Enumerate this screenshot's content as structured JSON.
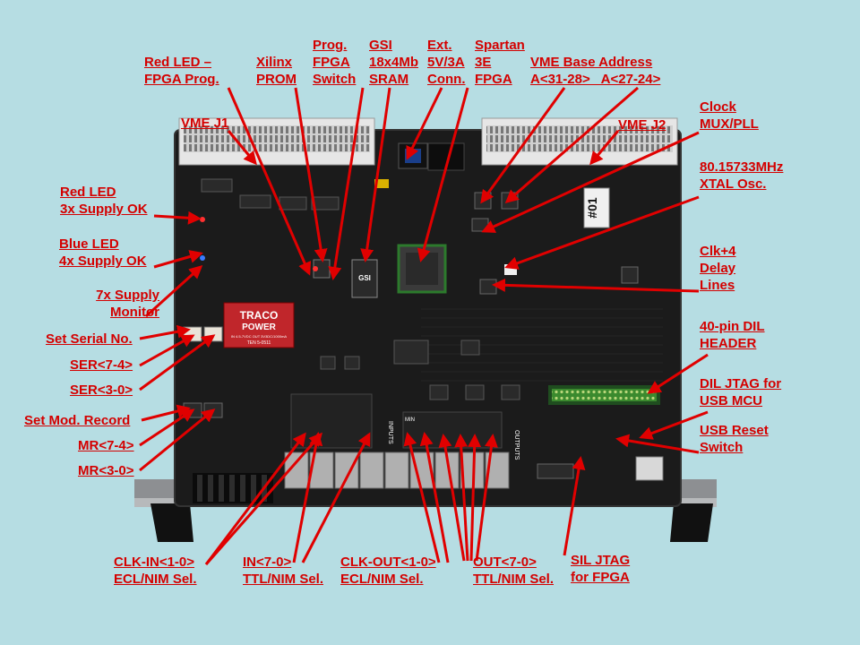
{
  "colors": {
    "background": "#b6dde3",
    "label_text": "#d40000",
    "arrow": "#e00000",
    "pcb": "#1b1b1b",
    "chip": "#2a2a2a",
    "power_module": "#c0262b"
  },
  "callouts": [
    {
      "id": "red-led-fpga-prog",
      "lines": [
        "Red LED –",
        "FPGA Prog."
      ]
    },
    {
      "id": "xilinx-prom",
      "lines": [
        "Xilinx",
        "PROM"
      ]
    },
    {
      "id": "prog-fpga-switch",
      "lines": [
        "Prog.",
        "FPGA",
        "Switch"
      ]
    },
    {
      "id": "gsi-sram",
      "lines": [
        "GSI",
        "18x4Mb",
        "SRAM"
      ]
    },
    {
      "id": "ext-power-conn",
      "lines": [
        "Ext.",
        "5V/3A",
        "Conn."
      ]
    },
    {
      "id": "spartan-fpga",
      "lines": [
        "Spartan",
        "3E",
        "FPGA"
      ]
    },
    {
      "id": "vme-base-address",
      "lines": [
        "VME Base Address",
        "A<31-28>   A<27-24>"
      ]
    },
    {
      "id": "vme-j1",
      "lines": [
        "VME J1"
      ]
    },
    {
      "id": "vme-j2",
      "lines": [
        "VME J2"
      ]
    },
    {
      "id": "clock-mux-pll",
      "lines": [
        "Clock",
        "MUX/PLL"
      ]
    },
    {
      "id": "xtal-osc",
      "lines": [
        "80.15733MHz",
        "XTAL Osc."
      ]
    },
    {
      "id": "red-led-supply",
      "lines": [
        "Red LED",
        "3x Supply OK"
      ]
    },
    {
      "id": "blue-led-supply",
      "lines": [
        "Blue LED",
        "4x Supply OK"
      ]
    },
    {
      "id": "supply-monitor",
      "lines": [
        "7x Supply",
        "Monitor"
      ]
    },
    {
      "id": "clk-delay-lines",
      "lines": [
        "Clk+4",
        "Delay",
        "Lines"
      ]
    },
    {
      "id": "set-serial-no",
      "lines": [
        "Set Serial No."
      ]
    },
    {
      "id": "ser-7-4",
      "lines": [
        "SER<7-4>"
      ]
    },
    {
      "id": "ser-3-0",
      "lines": [
        "SER<3-0>"
      ]
    },
    {
      "id": "dil-header",
      "lines": [
        "40-pin DIL",
        "HEADER"
      ]
    },
    {
      "id": "dil-jtag-usb",
      "lines": [
        "DIL JTAG for",
        "USB MCU"
      ]
    },
    {
      "id": "set-mod-record",
      "lines": [
        "Set Mod. Record"
      ]
    },
    {
      "id": "usb-reset-switch",
      "lines": [
        "USB Reset",
        "Switch"
      ]
    },
    {
      "id": "mr-7-4",
      "lines": [
        "MR<7-4>"
      ]
    },
    {
      "id": "mr-3-0",
      "lines": [
        "MR<3-0>"
      ]
    },
    {
      "id": "clk-in-sel",
      "lines": [
        "CLK-IN<1-0>",
        "ECL/NIM Sel."
      ]
    },
    {
      "id": "in-sel",
      "lines": [
        "IN<7-0>",
        "TTL/NIM Sel."
      ]
    },
    {
      "id": "clk-out-sel",
      "lines": [
        "CLK-OUT<1-0>",
        "ECL/NIM Sel."
      ]
    },
    {
      "id": "out-sel",
      "lines": [
        "OUT<7-0>",
        "TTL/NIM Sel."
      ]
    },
    {
      "id": "sil-jtag-fpga",
      "lines": [
        "SIL JTAG",
        "for FPGA"
      ]
    }
  ],
  "board": {
    "traco_brand": "TRACO",
    "traco_brand2": "POWER",
    "traco_spec": "IN 4.5-7VDC OUT 3V3DC/1000mA",
    "traco_model": "TEN 5-0511",
    "gsi_mark": "GSI",
    "board_number": "#01",
    "inputs_label": "INPUTS",
    "outputs_label": "OUTPUTS",
    "min_label": "MIN"
  }
}
